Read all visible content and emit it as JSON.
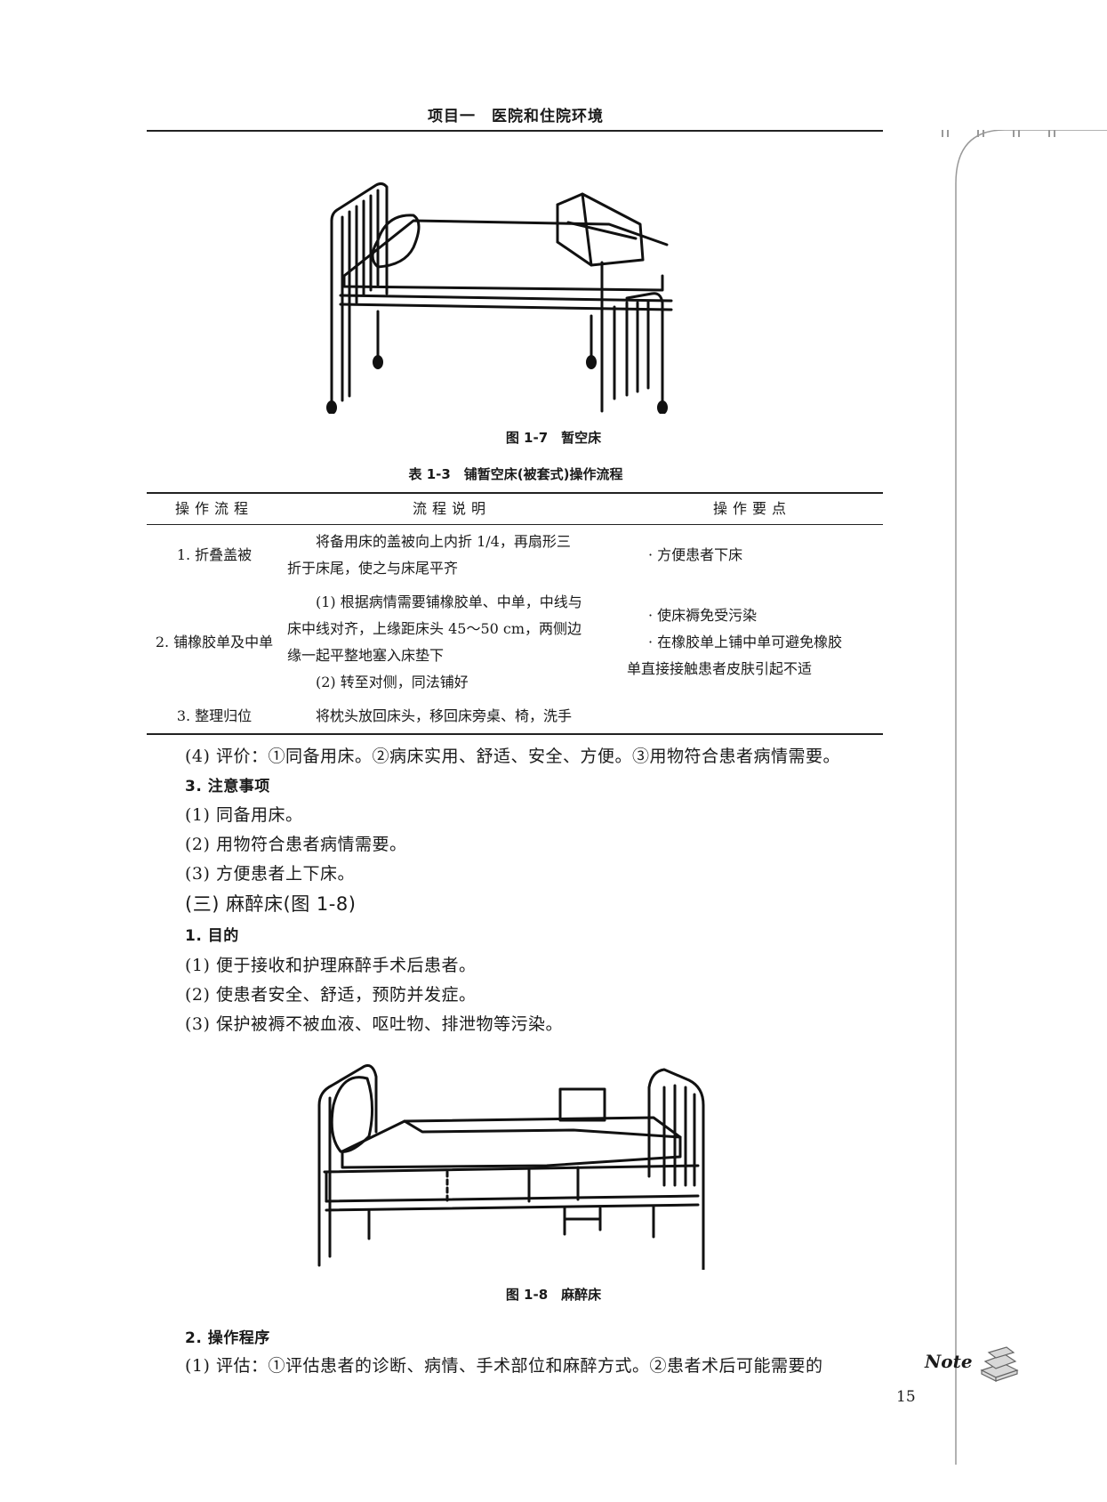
{
  "header": {
    "title": "项目一　医院和住院环境"
  },
  "figures": [
    {
      "caption": "图 1-7　暂空床",
      "icon": "empty-bed-illustration"
    },
    {
      "caption": "图 1-8　麻醉床",
      "icon": "anesthesia-bed-illustration"
    }
  ],
  "table": {
    "title": "表 1-3　铺暂空床(被套式)操作流程",
    "headers": [
      "操作流程",
      "流程说明",
      "操作要点"
    ],
    "rows": [
      {
        "step": "1. 折叠盖被",
        "desc": [
          "将备用床的盖被向上内折 1/4，再扇形三",
          "折于床尾，使之与床尾平齐"
        ],
        "points": [
          "· 方便患者下床"
        ]
      },
      {
        "step": "2. 铺橡胶单及中单",
        "desc": [
          "(1) 根据病情需要铺橡胶单、中单，中线与",
          "床中线对齐，上缘距床头 45～50 cm，两侧边",
          "缘一起平整地塞入床垫下",
          "(2) 转至对侧，同法铺好"
        ],
        "points": [
          "· 使床褥免受污染",
          "· 在橡胶单上铺中单可避免橡胶",
          "单直接接触患者皮肤引起不适"
        ]
      },
      {
        "step": "3. 整理归位",
        "desc": [
          "将枕头放回床头，移回床旁桌、椅，洗手"
        ],
        "points": []
      }
    ]
  },
  "body": {
    "eval": "(4) 评价：①同备用床。②病床实用、舒适、安全、方便。③用物符合患者病情需要。",
    "notes_heading": "3. 注意事项",
    "notes": [
      "(1) 同备用床。",
      "(2) 用物符合患者病情需要。",
      "(3) 方便患者上下床。"
    ],
    "section_heading": "(三) 麻醉床(图 1-8)",
    "purpose_heading": "1. 目的",
    "purpose": [
      "(1) 便于接收和护理麻醉手术后患者。",
      "(2) 使患者安全、舒适，预防并发症。",
      "(3) 保护被褥不被血液、呕吐物、排泄物等污染。"
    ],
    "procedure_heading": "2. 操作程序",
    "procedure_first": "(1) 评估：①评估患者的诊断、病情、手术部位和麻醉方式。②患者术后可能需要的"
  },
  "sidebar": {
    "note_label": "Note",
    "note_icon": "book-stack-icon"
  },
  "page_number": "15"
}
